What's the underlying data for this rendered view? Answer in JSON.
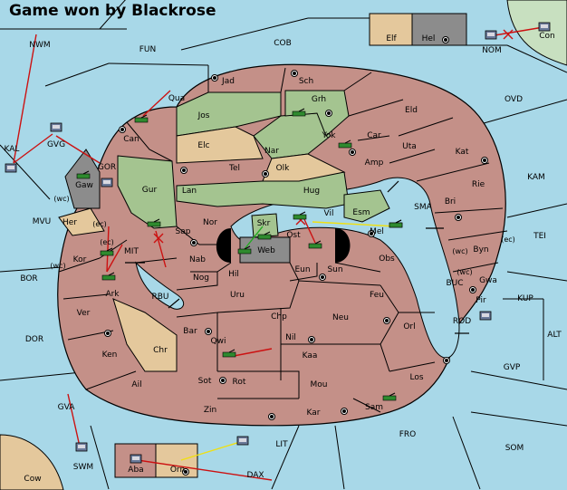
{
  "title": "Game won by Blackrose",
  "colors": {
    "sea": "#a8d8e8",
    "land_pink": "#c49088",
    "land_tan": "#e4c89c",
    "land_green": "#a4c490",
    "land_gray": "#8c8c8c",
    "land_lightgreen": "#c8e0c0",
    "border": "#000000",
    "army": "#2e8a2e",
    "fleet": "#6a7a9a",
    "order_red": "#cc1111",
    "order_yellow": "#f0e010",
    "order_green": "#22aa22"
  },
  "regions": {
    "sea": [
      "NWM",
      "FUN",
      "COB",
      "NOM",
      "OVD",
      "KAM",
      "TEI",
      "KAL",
      "GVG",
      "GOR",
      "MVU",
      "BOR",
      "DOR",
      "SMA",
      "BUC",
      "KUP",
      "ALT",
      "ROD",
      "GVP",
      "RBU",
      "GVA",
      "SWM",
      "LIT",
      "FRO",
      "SOM",
      "DAX",
      "MIT",
      "Con",
      "Cow"
    ],
    "land": [
      "Jad",
      "Sch",
      "Qua",
      "Jos",
      "Grh",
      "Eld",
      "Can",
      "Elc",
      "Nar",
      "Yok",
      "Car",
      "Uta",
      "Kat",
      "Tel",
      "Olk",
      "Amp",
      "Gur",
      "Lan",
      "Hug",
      "Rie",
      "Gaw",
      "Her",
      "Nor",
      "Skr",
      "Vil",
      "Esm",
      "Bri",
      "Sap",
      "Mel",
      "Byn",
      "Ost",
      "Web",
      "Kor",
      "Nab",
      "Hil",
      "Eun",
      "Sun",
      "Obs",
      "Gwa",
      "Pir",
      "Nog",
      "Ark",
      "Uru",
      "Feu",
      "Ver",
      "Chp",
      "Neu",
      "Orl",
      "Bar",
      "Qwi",
      "Nil",
      "Chr",
      "Ken",
      "Kaa",
      "Los",
      "Sot",
      "Rot",
      "Ail",
      "Mou",
      "Zin",
      "Kar",
      "Sam",
      "Elf",
      "Hel",
      "Aba",
      "Orn"
    ]
  },
  "coast_marks": [
    "(wc)",
    "(ec)",
    "(ec)",
    "(wc)",
    "(wc)",
    "(ec)",
    "(wc)"
  ],
  "units": {
    "armies": [
      "Qua",
      "Grh",
      "Yok",
      "Gaw",
      "Vil",
      "Ost",
      "Esm",
      "Mel",
      "Sap",
      "Skr",
      "Web",
      "Kor",
      "Ark",
      "Qwi",
      "Sam"
    ],
    "fleets": [
      "GVG",
      "KAL",
      "GOR",
      "NOM",
      "Con",
      "Pir",
      "SWM",
      "Aba",
      "LIT"
    ]
  }
}
